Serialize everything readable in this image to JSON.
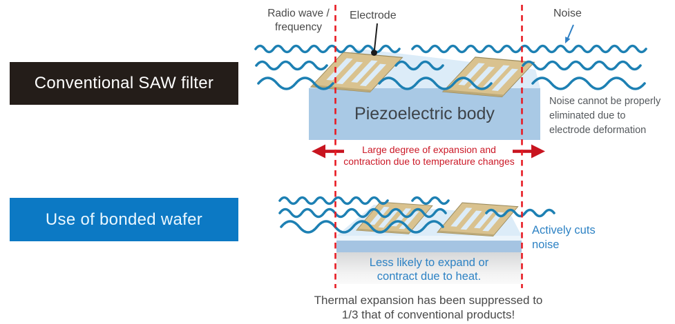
{
  "panel_labels": {
    "conventional": "Conventional SAW filter",
    "bonded": "Use of bonded wafer"
  },
  "top_section": {
    "radio_wave_label_line1": "Radio wave /",
    "radio_wave_label_line2": "frequency",
    "electrode_label": "Electrode",
    "noise_label": "Noise",
    "body_label": "Piezoelectric body",
    "expansion_note_line1": "Large degree of expansion and",
    "expansion_note_line2": "contraction due to temperature changes",
    "noise_note_line1": "Noise cannot be properly",
    "noise_note_line2": "eliminated due to",
    "noise_note_line3": "electrode deformation"
  },
  "bottom_section": {
    "heat_note_line1": "Less likely to expand or",
    "heat_note_line2": "contract due to heat.",
    "noise_cut_line1": "Actively cuts",
    "noise_cut_line2": "noise",
    "caption_line1": "Thermal expansion has been suppressed to",
    "caption_line2": "1/3 that of conventional products!"
  },
  "colors": {
    "wave_blue": "#1d80b3",
    "dashed_line_red": "#e81a22",
    "arrow_red": "#c8141f",
    "electrode_tan": "#d9c28f",
    "substrate_top_light_blue": "#dcecf8",
    "piezoelectric_body_blue": "#a9c9e5",
    "bond_layer_blue": "#a5c4e2",
    "support_body_gray": "#d9dadb",
    "conventional_label_bg": "#241d19",
    "bonded_label_bg": "#0c79c4",
    "note_blue": "#2d82c4"
  }
}
